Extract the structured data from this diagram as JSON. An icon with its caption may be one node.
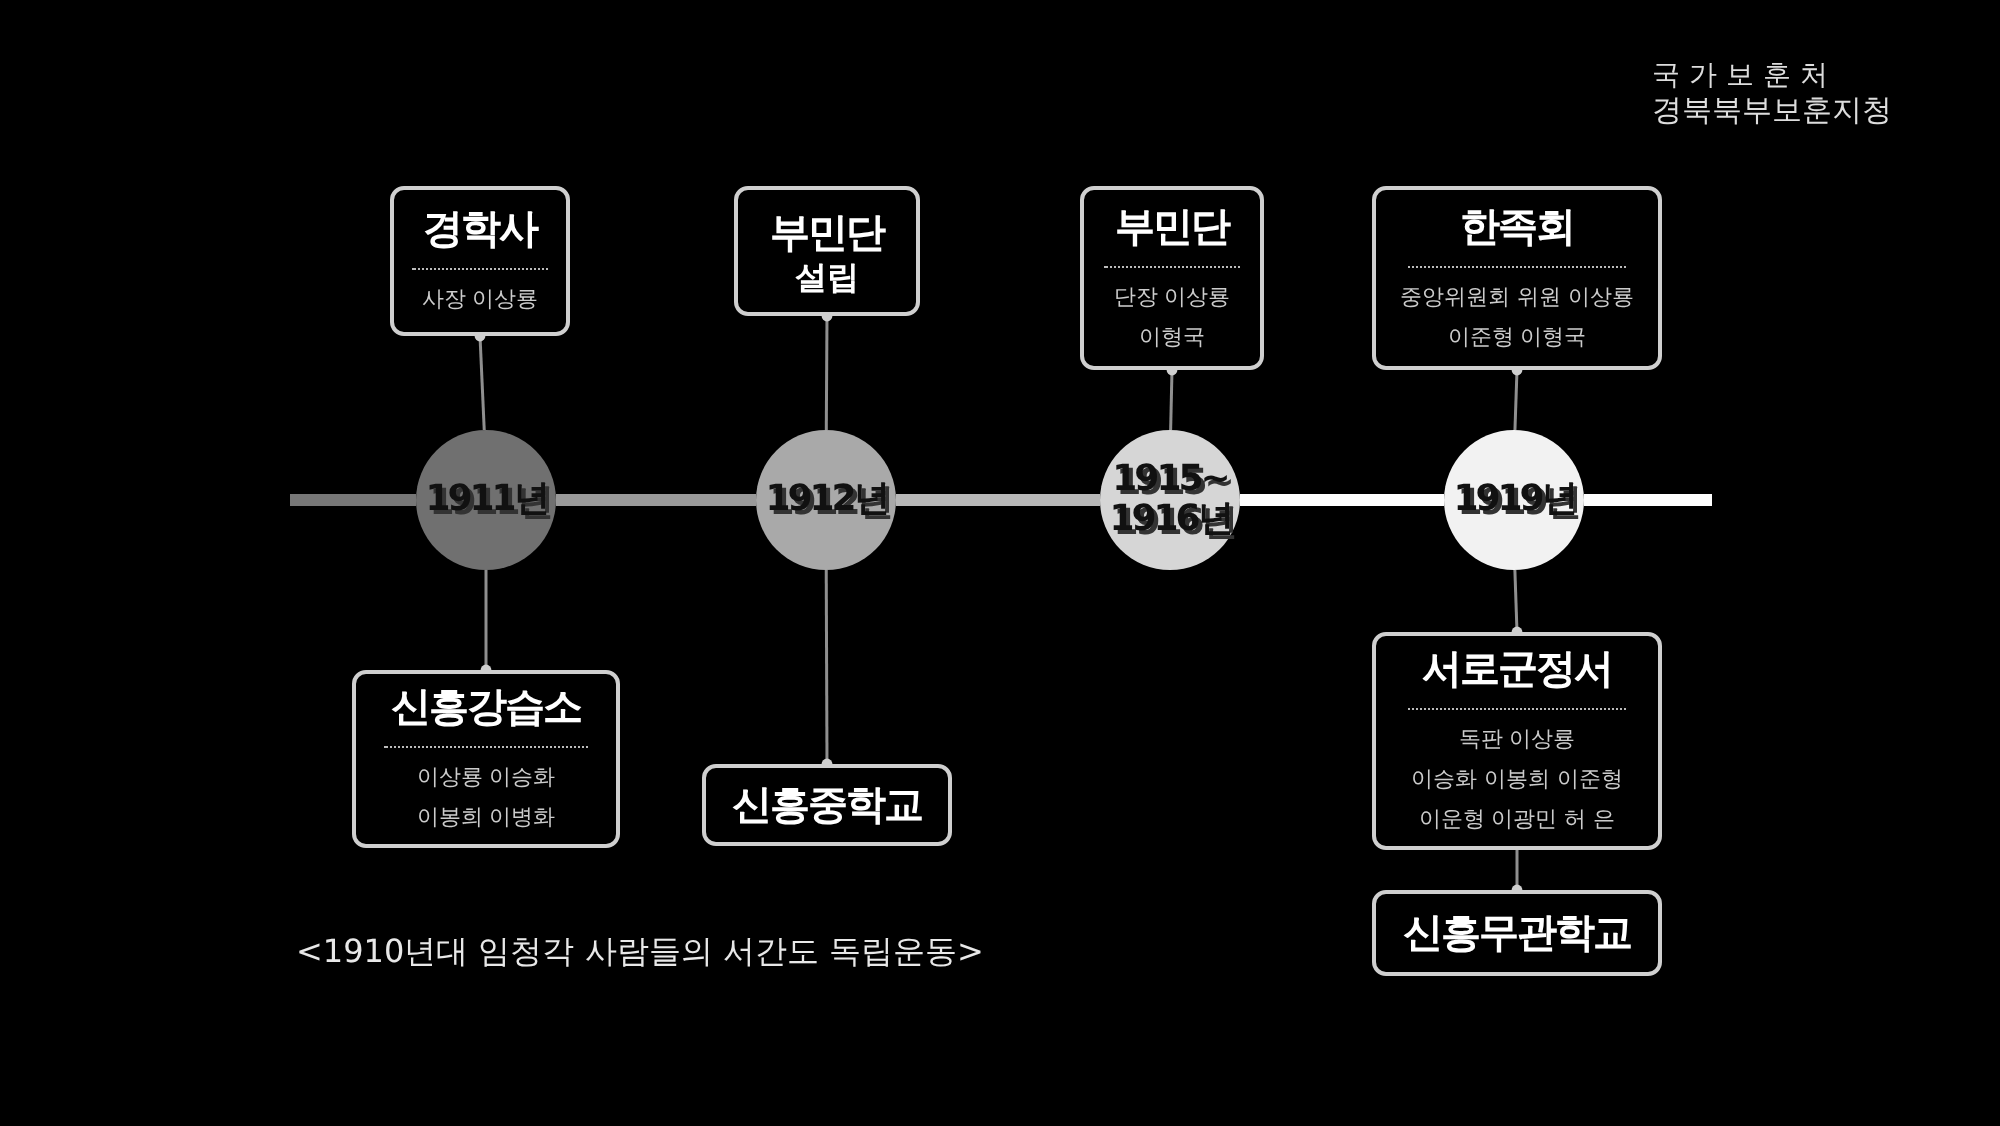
{
  "diagram": {
    "nodes": [
      {
        "text": [
          "경학사",
          "사장 이상룡"
        ]
      },
      {
        "text": [
          "부민단",
          "설립"
        ]
      },
      {
        "text": [
          "부민단",
          "단장 이상룡",
          "이형국"
        ]
      },
      {
        "text": [
          "한족회",
          "중앙위원회 위원 이상룡",
          "이준형 이형국"
        ]
      },
      {
        "text": [
          "1911년"
        ]
      },
      {
        "text": [
          "1912년"
        ]
      },
      {
        "text": [
          "1915~ 1916년"
        ]
      },
      {
        "text": [
          "1919년"
        ]
      },
      {
        "text": [
          "신흥강습소",
          "이상룡 이승화",
          "이봉희 이병화"
        ]
      },
      {
        "text": [
          "신흥중학교"
        ]
      },
      {
        "text": [
          "서로군정서",
          "독판 이상룡",
          "이승화 이봉희 이준형",
          "이운형 이광민 허 은"
        ]
      },
      {
        "text": [
          "신흥무관학교"
        ]
      }
    ],
    "edges": [
      {
        "from": 4,
        "to": 0,
        "arrow": "other"
      },
      {
        "from": 5,
        "to": 1,
        "arrow": "other"
      },
      {
        "from": 6,
        "to": 2,
        "arrow": "other"
      },
      {
        "from": 7,
        "to": 3,
        "arrow": "other"
      },
      {
        "from": 4,
        "to": 8,
        "arrow": "other"
      },
      {
        "from": 5,
        "to": 9,
        "arrow": "other"
      },
      {
        "from": 7,
        "to": 10,
        "arrow": "other"
      },
      {
        "from": 10,
        "to": 11,
        "arrow": "other"
      },
      {
        "from": null,
        "to": 4,
        "arrow": "none",
        "style": "thick",
        "color": "#777777"
      },
      {
        "from": 4,
        "to": 5,
        "arrow": "none",
        "style": "thick",
        "color": "#999999"
      },
      {
        "from": 5,
        "to": 6,
        "arrow": "none",
        "style": "thick",
        "color": "#b8b8b8"
      },
      {
        "from": 6,
        "to": 7,
        "arrow": "none",
        "style": "thick",
        "color": "#ffffff"
      },
      {
        "from": 7,
        "to": null,
        "arrow": "none",
        "style": "thick",
        "color": "#ffffff"
      }
    ],
    "labels": [
      "<1910년대 임청각 사람들의 서간도 독립운동>",
      "국 가 보 훈 처",
      "경북북부보훈지청"
    ]
  }
}
